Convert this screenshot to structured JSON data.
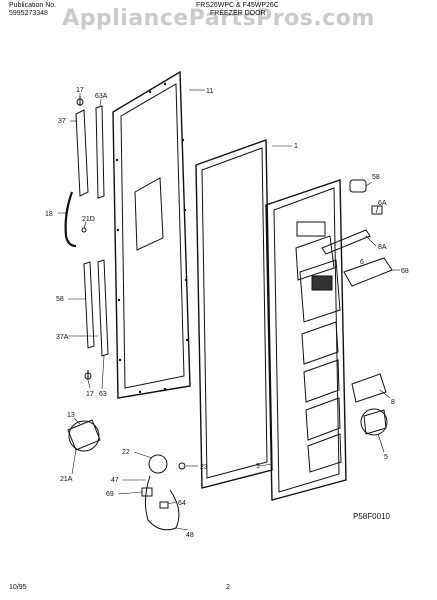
{
  "header": {
    "publication_label": "Publication No.",
    "publication_number": "5995273348",
    "model_numbers": "FRS26WPC & F45WP26C",
    "section_title": "FREEZER DOOR"
  },
  "watermark": "AppliancePartsPros.com",
  "diagram_code": "P58F0010",
  "footer": {
    "date": "10/95",
    "page": "2"
  },
  "callouts": {
    "c17a": "17",
    "c63a": "63A",
    "c11": "11",
    "c37": "37",
    "c1": "1",
    "c58a": "58",
    "c6a": "6A",
    "c18": "18",
    "c21d": "21D",
    "c8a": "8A",
    "c6": "6",
    "c68": "68",
    "c58b": "58",
    "c37a": "37A",
    "c17b": "17",
    "c63": "63",
    "c8": "8",
    "c13": "13",
    "c5": "5",
    "c22": "22",
    "c23": "23",
    "c21a": "21A",
    "c47": "47",
    "c9": "9",
    "c69": "69",
    "c64": "64",
    "c48": "48"
  }
}
